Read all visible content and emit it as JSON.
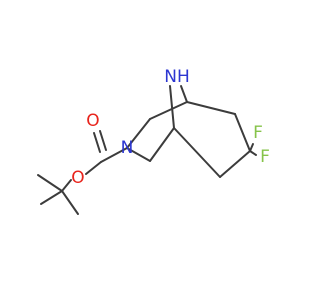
{
  "colors": {
    "bond": "#3c3c3c",
    "nitrogen": "#2c36d1",
    "oxygen": "#e8241c",
    "fluorine": "#86c34a",
    "background": "#ffffff"
  },
  "molecule": {
    "atoms": [
      {
        "id": "nh",
        "text": "NH",
        "element": "N"
      },
      {
        "id": "n_ring",
        "text": "N",
        "element": "N"
      },
      {
        "id": "o_carbonyl",
        "text": "O",
        "element": "O"
      },
      {
        "id": "o_ester",
        "text": "O",
        "element": "O"
      },
      {
        "id": "f_upper",
        "text": "F",
        "element": "F"
      },
      {
        "id": "f_lower",
        "text": "F",
        "element": "F"
      }
    ]
  }
}
